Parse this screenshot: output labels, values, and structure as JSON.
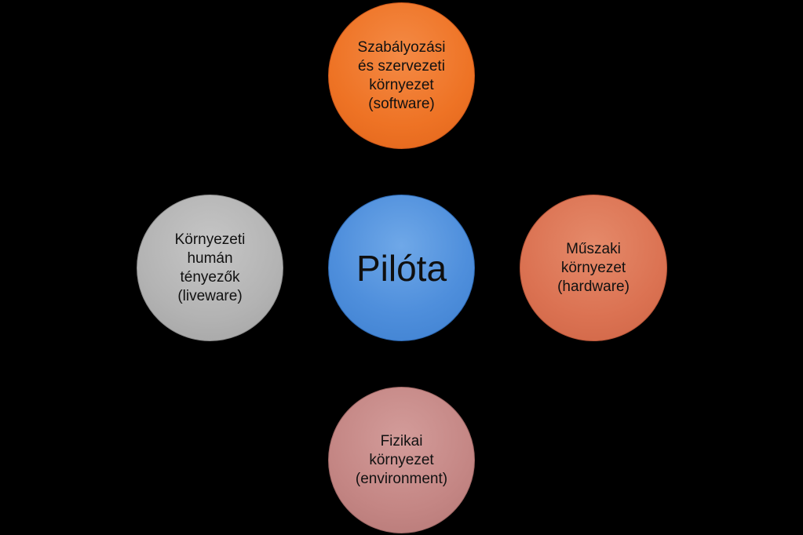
{
  "diagram": {
    "center": {
      "label": "Pilóta",
      "color": "#4f8fdc"
    },
    "top": {
      "label": "Szabályozási\nés szervezeti\nkörnyezet\n(software)",
      "color": "#ee7325"
    },
    "right": {
      "label": "Műszaki\nkörnyezet\n(hardware)",
      "color": "#db7252"
    },
    "left": {
      "label": "Környezeti\nhumán\ntényezők\n(liveware)",
      "color": "#b3b3b3"
    },
    "bottom": {
      "label": "Fizikai\nkörnyezet\n(environment)",
      "color": "#c48684"
    }
  }
}
